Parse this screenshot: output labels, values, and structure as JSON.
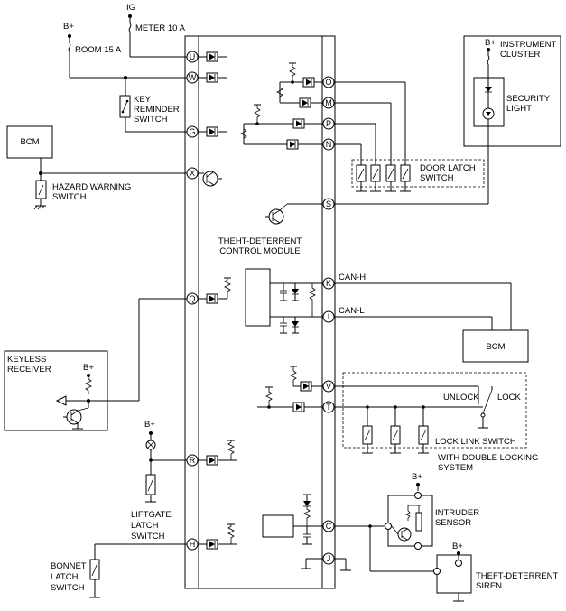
{
  "labels": {
    "ig": "IG",
    "meter_fuse": "METER 10 A",
    "bplus": "B+",
    "room_fuse": "ROOM 15 A",
    "key_reminder": [
      "KEY",
      "REMINDER",
      "SWITCH"
    ],
    "bcm_left": "BCM",
    "hazard_switch": [
      "HAZARD WARNING",
      "SWITCH"
    ],
    "module": [
      "THEHT-DETERRENT",
      "CONTROL MODULE"
    ],
    "instrument_cluster": [
      "INSTRUMENT",
      "CLUSTER"
    ],
    "security_light": [
      "SECURITY",
      "LIGHT"
    ],
    "door_latch": [
      "DOOR LATCH",
      "SWITCH"
    ],
    "can_h": "CAN-H",
    "can_l": "CAN-L",
    "bcm_right": "BCM",
    "keyless_receiver": [
      "KEYLESS",
      "RECEIVER"
    ],
    "unlock": "UNLOCK",
    "lock": "LOCK",
    "lock_link": "LOCK LINK SWITCH",
    "double_locking": [
      "WITH DOUBLE LOCKING",
      "SYSTEM"
    ],
    "liftgate": [
      "LIFTGATE",
      "LATCH",
      "SWITCH"
    ],
    "intruder": [
      "INTRUDER",
      "SENSOR"
    ],
    "siren": [
      "THEFT-DETERRENT",
      "SIREN"
    ],
    "bonnet": [
      "BONNET",
      "LATCH",
      "SWITCH"
    ]
  },
  "pins": {
    "left": [
      "U",
      "W",
      "G",
      "X",
      "Q",
      "R",
      "H"
    ],
    "right": [
      "O",
      "M",
      "P",
      "N",
      "S",
      "K",
      "I",
      "V",
      "T",
      "C",
      "J"
    ]
  }
}
